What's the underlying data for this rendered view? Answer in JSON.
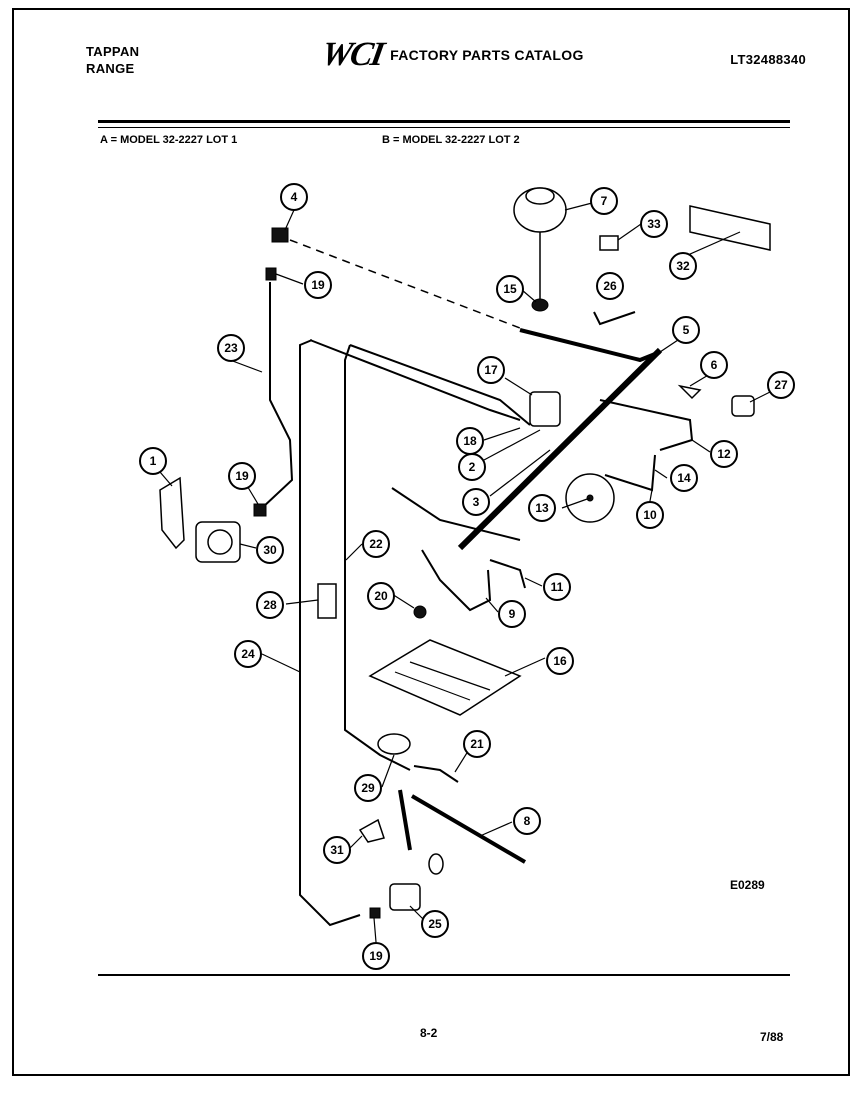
{
  "header": {
    "brand_line1": "TAPPAN",
    "brand_line2": "RANGE",
    "logo": "WCI",
    "catalog_title": "FACTORY PARTS CATALOG",
    "doc_number": "LT32488340"
  },
  "models": {
    "a": "A = MODEL 32-2227 LOT 1",
    "b": "B = MODEL 32-2227 LOT 2"
  },
  "diagram": {
    "code": "E0289",
    "callouts": [
      "4",
      "7",
      "33",
      "32",
      "19",
      "15",
      "26",
      "23",
      "5",
      "17",
      "6",
      "27",
      "18",
      "12",
      "2",
      "14",
      "1",
      "19",
      "3",
      "13",
      "10",
      "30",
      "22",
      "11",
      "28",
      "20",
      "9",
      "24",
      "16",
      "21",
      "29",
      "8",
      "31",
      "25",
      "19"
    ]
  },
  "footer": {
    "page": "8-2",
    "date": "7/88"
  }
}
